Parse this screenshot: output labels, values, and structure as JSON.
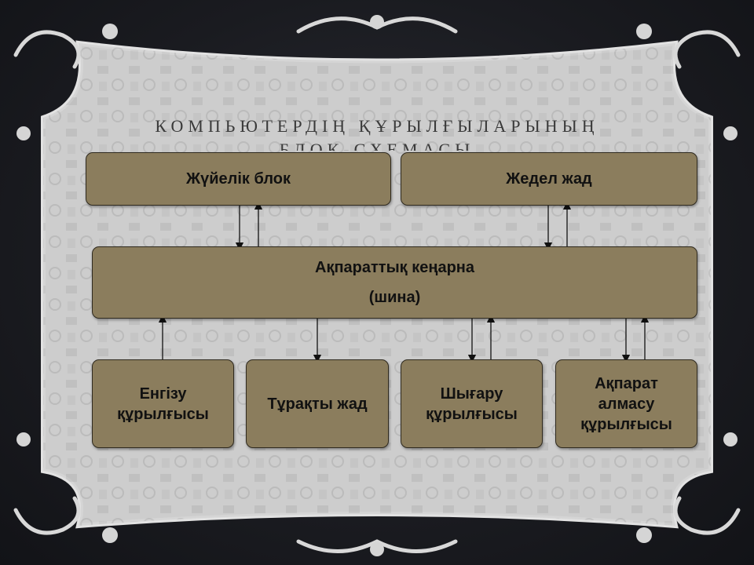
{
  "slide": {
    "title": "КОМПЬЮТЕРДІҢ ҚҰРЫЛҒЫЛАРЫНЫҢ БЛОК-СХЕМАСЫ"
  },
  "diagram": {
    "system_unit": "Жүйелік блок",
    "ram": "Жедел жад",
    "bus_line1": "Ақпараттық кеңарна",
    "bus_line2": "(шина)",
    "input_line1": "Енгізу",
    "input_line2": "құрылғысы",
    "storage": "Тұрақты жад",
    "output_line1": "Шығару",
    "output_line2": "құрылғысы",
    "exchange_line1": "Ақпарат",
    "exchange_line2": "алмасу",
    "exchange_line3": "құрылғысы"
  },
  "colors": {
    "box_fill": "#8b7d5d",
    "background": "#1a1b20",
    "frame": "#c9c9c9"
  }
}
